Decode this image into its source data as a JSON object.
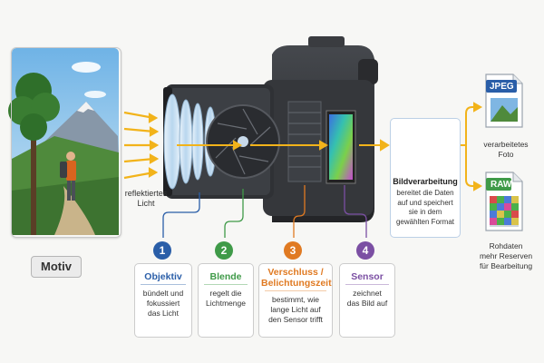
{
  "scene": {
    "motiv_label": "Motiv",
    "reflected_label_line1": "reflektiertes",
    "reflected_label_line2": "Licht"
  },
  "components": [
    {
      "number": "1",
      "title": "Objektiv",
      "title_line2": "",
      "text": [
        "bündelt und",
        "fokussiert",
        "das Licht"
      ],
      "color": "#2a5ea8"
    },
    {
      "number": "2",
      "title": "Blende",
      "title_line2": "",
      "text": [
        "regelt die",
        "Lichtmenge"
      ],
      "color": "#3f9a48"
    },
    {
      "number": "3",
      "title": "Verschluss /",
      "title_line2": "Belichtungszeit",
      "text": [
        "bestimmt, wie",
        "lange Licht auf",
        "den Sensor trifft"
      ],
      "color": "#e07a22"
    },
    {
      "number": "4",
      "title": "Sensor",
      "title_line2": "",
      "text": [
        "zeichnet",
        "das Bild auf"
      ],
      "color": "#7b4fa3"
    }
  ],
  "processing": {
    "title": "Bildverarbeitung",
    "text": [
      "bereitet die Daten",
      "auf und speichert",
      "sie in dem",
      "gewählten Format"
    ]
  },
  "outputs": [
    {
      "format": "JPEG",
      "text": [
        "verarbeitetes",
        "Foto"
      ],
      "color": "#2a5ea8"
    },
    {
      "format": "RAW",
      "text": [
        "Rohdaten",
        "mehr Reserven",
        "für Bearbeitung"
      ],
      "color": "#3f9a48"
    }
  ],
  "colors": {
    "light_arrow": "#f2b31a",
    "camera_body": "#2f3135",
    "lens_glass": "#cfe3f3"
  },
  "icons": [
    "processor-chip-icon",
    "jpeg-file-icon",
    "raw-file-icon"
  ]
}
